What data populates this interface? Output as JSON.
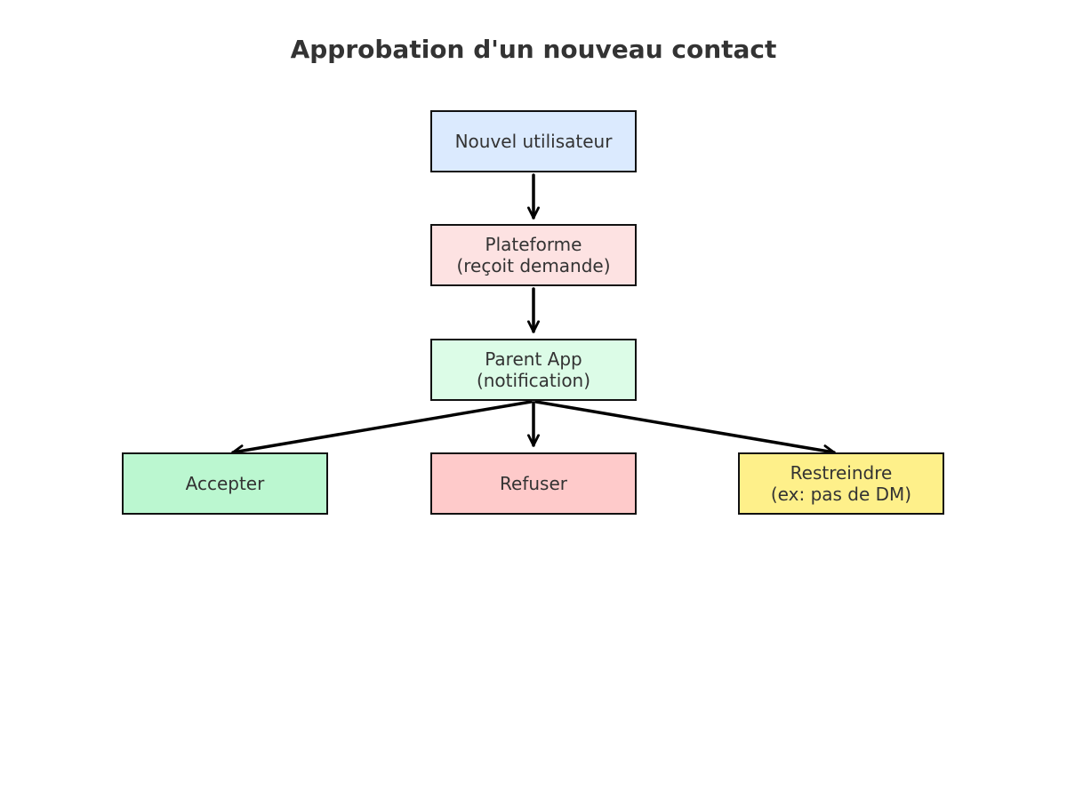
{
  "diagram": {
    "title": "Approbation d'un nouveau contact",
    "nodes": {
      "user": {
        "lines": [
          "Nouvel utilisateur"
        ],
        "color": "#dbeafe"
      },
      "platform": {
        "lines": [
          "Plateforme",
          "(reçoit demande)"
        ],
        "color": "#fde2e2"
      },
      "parent": {
        "lines": [
          "Parent App",
          "(notification)"
        ],
        "color": "#dcfce7"
      },
      "accept": {
        "lines": [
          "Accepter"
        ],
        "color": "#bbf7d0"
      },
      "refuse": {
        "lines": [
          "Refuser"
        ],
        "color": "#fecaca"
      },
      "restrict": {
        "lines": [
          "Restreindre",
          "(ex: pas de DM)"
        ],
        "color": "#fef08a"
      }
    },
    "edges": [
      {
        "from": "user",
        "to": "platform"
      },
      {
        "from": "platform",
        "to": "parent"
      },
      {
        "from": "parent",
        "to": "accept"
      },
      {
        "from": "parent",
        "to": "refuse"
      },
      {
        "from": "parent",
        "to": "restrict"
      }
    ]
  }
}
